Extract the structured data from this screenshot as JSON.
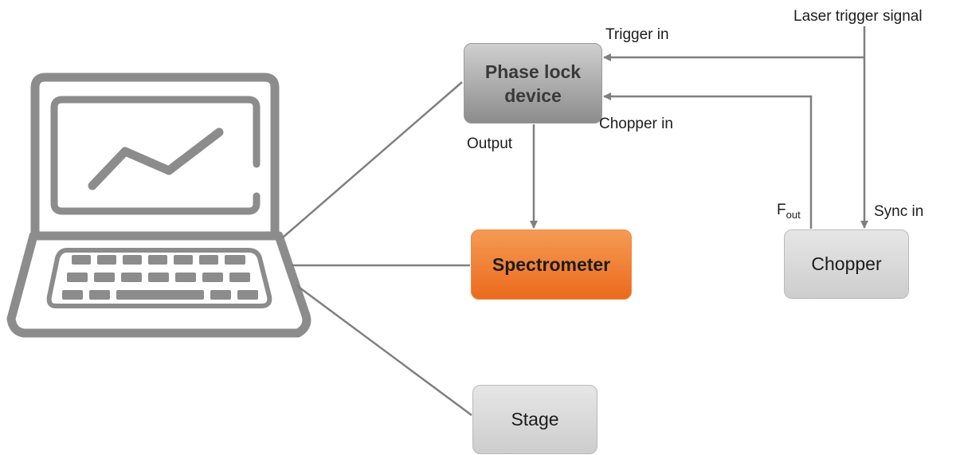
{
  "boxes": {
    "phase_lock": "Phase lock\ndevice",
    "spectrometer": "Spectrometer",
    "chopper": "Chopper",
    "stage": "Stage"
  },
  "labels": {
    "laser_trigger": "Laser trigger signal",
    "trigger_in": "Trigger in",
    "chopper_in": "Chopper in",
    "output": "Output",
    "f_main": "F",
    "f_sub": "out",
    "sync_in": "Sync in"
  },
  "colors": {
    "connector": "#7f7f7f",
    "laptop_outline": "#8c8c8c",
    "spectrometer_fill": "#ee7527",
    "neutral_box_fill": "#d9d9d9"
  },
  "icons": {
    "computer": "laptop-chart-icon"
  }
}
